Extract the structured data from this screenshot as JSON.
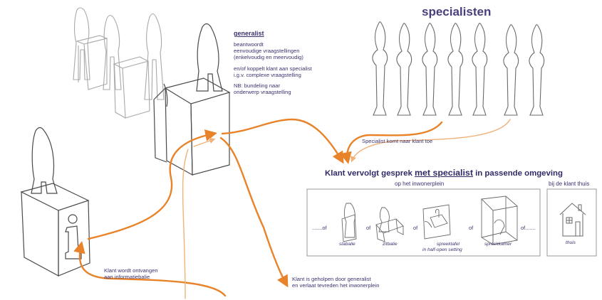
{
  "generalist": {
    "title": "generalist",
    "line1a": "beantwoordt",
    "line1b": "eenvoudige vraagstellingen",
    "line1c": "(enkelvoudig en meervoudig)",
    "line2a": "en/of koppelt klant aan specialist",
    "line2b": "i.g.v. complexe vraagstelling",
    "line3a": "NB: bundeling naar",
    "line3b": "onderwerp vraagstelling"
  },
  "specialists": {
    "title": "specialisten"
  },
  "labels": {
    "specialist_comes": "Specialist komt naar klant toe",
    "info_desk_a": "Klant wordt ontvangen",
    "info_desk_b": "aan informatiebalie",
    "helped_a": "Klant is geholpen door generalist",
    "helped_b": "en verlaat tevreden het inwonerplein",
    "info_glyph": "i"
  },
  "main_heading": {
    "before": "Klant vervolgt gesprek ",
    "highlight": "met specialist",
    "after": " in passende omgeving"
  },
  "panels": {
    "inwonerplein_title": "op het inwonerplein",
    "thuis_title": "bij de klant thuis",
    "lead_of": ".......of",
    "of": "of",
    "trailing_of": "of.......",
    "items": [
      "stabalie",
      "zitbalie",
      "spreektafel",
      "in half-open setting",
      "spreekkamer"
    ],
    "thuis_caption": "thuis"
  },
  "colors": {
    "arrow": "#e8832a",
    "text": "#3b3470",
    "sketch": "#555555"
  }
}
